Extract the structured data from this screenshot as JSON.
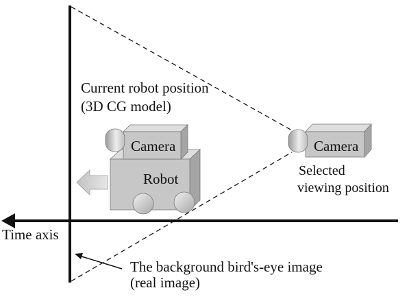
{
  "labels": {
    "current_position_line1": "Current robot position",
    "current_position_line2": "(3D CG model)",
    "robot_camera": "Camera",
    "robot": "Robot",
    "viewpoint_camera": "Camera",
    "selected_line1": "Selected",
    "selected_line2": "viewing position",
    "time_axis": "Time axis",
    "background_line1": "The background bird's-eye image",
    "background_line2": "(real image)"
  },
  "colors": {
    "ink": "#111111",
    "box_front": "#c7c7c7",
    "box_top": "#dedede",
    "box_side": "#a5a5a5",
    "arrow_fill": "#cdcdcd"
  }
}
